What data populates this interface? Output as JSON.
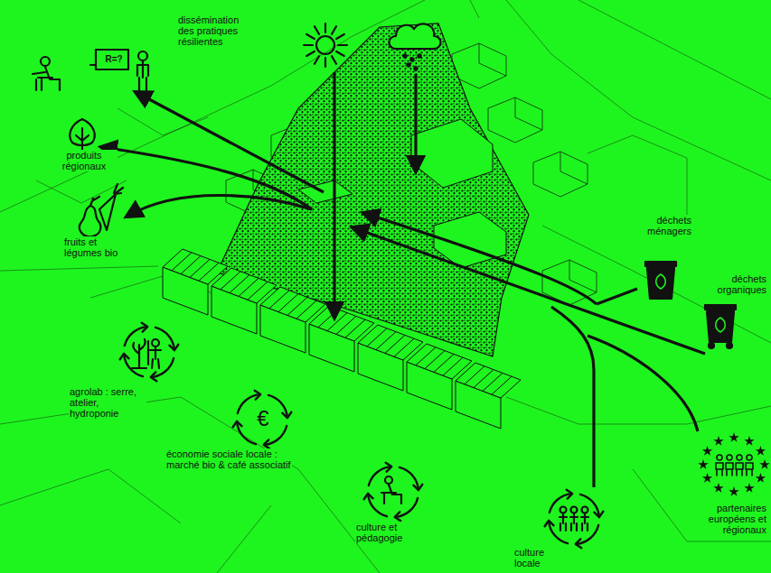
{
  "diagram": {
    "labels": [
      "dissémination des pratiques résilientes",
      "R=?",
      "produits régionaux",
      "fruits et légumes bio",
      "déchets ménagers",
      "déchets organiques",
      "agrolab : serre, atelier, hydroponie",
      "€",
      "économie sociale locale : marché bio & café associatif",
      "culture et pédagogie",
      "culture locale",
      "partenaires européens et régionaux"
    ]
  }
}
